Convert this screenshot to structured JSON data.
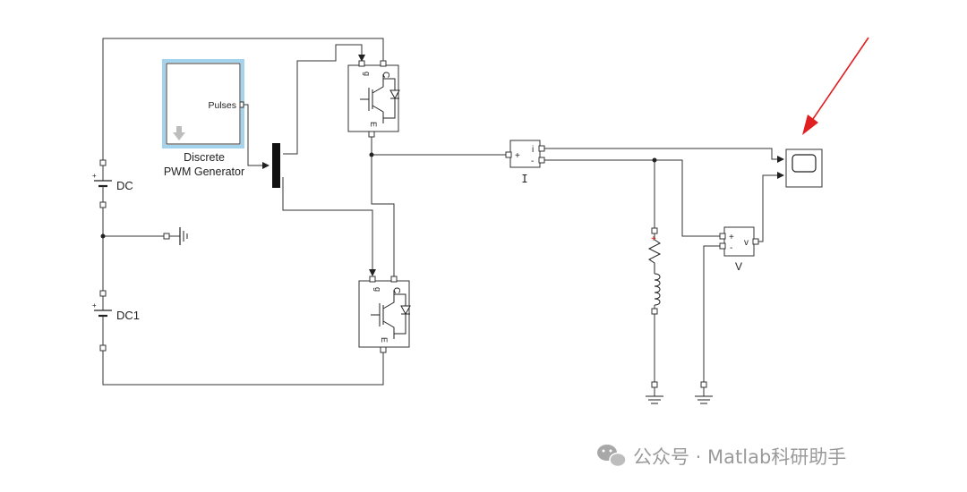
{
  "blocks": {
    "pwm": {
      "label_line1": "Discrete",
      "label_line2": "PWM Generator",
      "port_label": "Pulses"
    },
    "dc_top": {
      "label": "DC",
      "plus": "+"
    },
    "dc_bottom": {
      "label": "DC1",
      "plus": "+"
    },
    "igbt_top": {
      "g": "g",
      "c": "C",
      "e": "E"
    },
    "igbt_bottom": {
      "g": "g",
      "c": "C",
      "e": "E"
    },
    "current_meas": {
      "label": "I",
      "plus": "+",
      "minus": "-",
      "out": "i"
    },
    "voltage_meas": {
      "label": "V",
      "plus": "+",
      "minus": "-",
      "out": "v"
    }
  },
  "watermark": {
    "text": "公众号 · Matlab科研助手"
  },
  "colors": {
    "wire": "#333333",
    "selection": "#5aaee0",
    "arrow": "#e02020",
    "watermark": "#9a9a9a"
  }
}
